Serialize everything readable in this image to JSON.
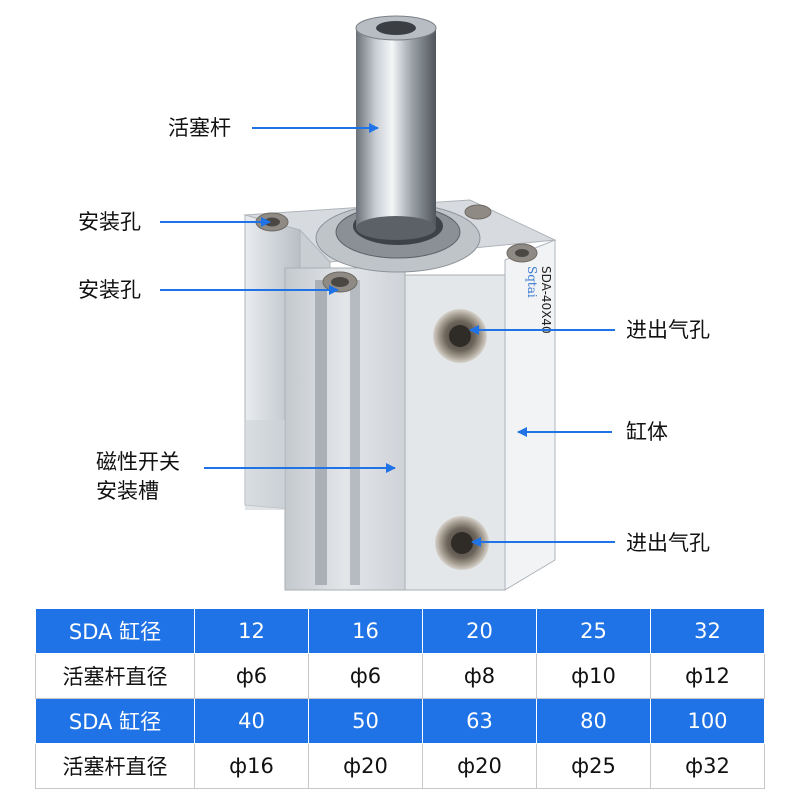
{
  "callouts": {
    "piston_rod": "活塞杆",
    "mount_hole_1": "安装孔",
    "mount_hole_2": "安装孔",
    "air_port_1": "进出气孔",
    "cylinder_body": "缸体",
    "sensor_slot_line1": "磁性开关",
    "sensor_slot_line2": "安装槽",
    "air_port_2": "进出气孔"
  },
  "product_marking": {
    "brand": "Sqtai",
    "model": "SDA-40X40"
  },
  "colors": {
    "accent": "#1f73e6",
    "aluminum": "#d3d8dd"
  },
  "spec_table": {
    "rows": [
      {
        "style": "blue",
        "label": "SDA 缸径",
        "values": [
          "12",
          "16",
          "20",
          "25",
          "32"
        ]
      },
      {
        "style": "white",
        "label": "活塞杆直径",
        "values": [
          "ф6",
          "ф6",
          "ф8",
          "ф10",
          "ф12"
        ]
      },
      {
        "style": "blue",
        "label": "SDA 缸径",
        "values": [
          "40",
          "50",
          "63",
          "80",
          "100"
        ]
      },
      {
        "style": "white",
        "label": "活塞杆直径",
        "values": [
          "ф16",
          "ф20",
          "ф20",
          "ф25",
          "ф32"
        ]
      }
    ]
  }
}
